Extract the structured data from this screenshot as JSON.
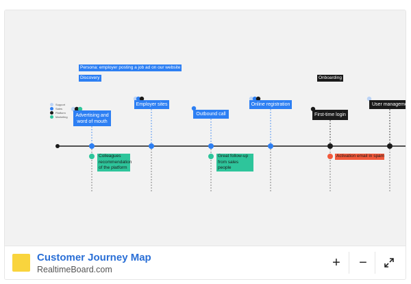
{
  "board": {
    "persona_label": "Persona: employer posting a job ad on our website",
    "phase_labels": [
      "Discovery",
      "Onboarding"
    ],
    "legend": [
      {
        "label": "Support",
        "color": "#bcd4f6"
      },
      {
        "label": "Sales",
        "color": "#2d7ff3"
      },
      {
        "label": "Platform",
        "color": "#1a1a1a"
      },
      {
        "label": "Marketing",
        "color": "#2ec59b"
      }
    ],
    "touchpoints": [
      {
        "label": "Advertising and word of mouth",
        "color": "#2d7ff3"
      },
      {
        "label": "Employer sites",
        "color": "#2d7ff3"
      },
      {
        "label": "Outbound call",
        "color": "#2d7ff3"
      },
      {
        "label": "Online registration",
        "color": "#2d7ff3"
      },
      {
        "label": "First-time login",
        "color": "#1a1a1a"
      },
      {
        "label": "User management",
        "color": "#1a1a1a"
      }
    ],
    "notes": [
      {
        "label": "Colleagues recommendation of the platform",
        "color": "#2ec59b"
      },
      {
        "label": "Great follow-up from sales people",
        "color": "#2ec59b"
      },
      {
        "label": "Activation email in spam",
        "color": "#f25a3c"
      }
    ]
  },
  "footer": {
    "title": "Customer Journey Map",
    "subtitle": "RealtimeBoard.com",
    "zoom_in_label": "+",
    "zoom_out_label": "−"
  }
}
